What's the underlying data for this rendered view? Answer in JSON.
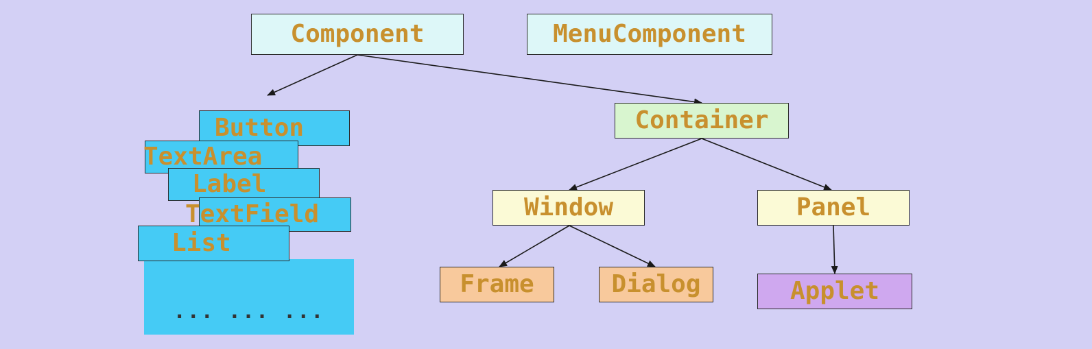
{
  "nodes": {
    "component": "Component",
    "menucomponent": "MenuComponent",
    "container": "Container",
    "window": "Window",
    "panel": "Panel",
    "frame": "Frame",
    "dialog": "Dialog",
    "applet": "Applet",
    "button": "Button",
    "textarea": "TextArea",
    "label": "Label",
    "textfield": "TextField",
    "list": "List",
    "more": "... ... ..."
  },
  "edges": [
    {
      "from": "Component",
      "to": "Button"
    },
    {
      "from": "Component",
      "to": "Container"
    },
    {
      "from": "Container",
      "to": "Window"
    },
    {
      "from": "Container",
      "to": "Panel"
    },
    {
      "from": "Window",
      "to": "Frame"
    },
    {
      "from": "Window",
      "to": "Dialog"
    },
    {
      "from": "Panel",
      "to": "Applet"
    }
  ],
  "colors": {
    "background": "#d3d0f5",
    "text": "#c8902e",
    "top_box": "#ddf7f8",
    "container_box": "#d8f5cf",
    "window_panel_box": "#fbfad6",
    "frame_dialog_box": "#f8c99c",
    "applet_box": "#cfa8ef",
    "component_list_box": "#45cbf5",
    "arrow": "#1a1a1a"
  }
}
